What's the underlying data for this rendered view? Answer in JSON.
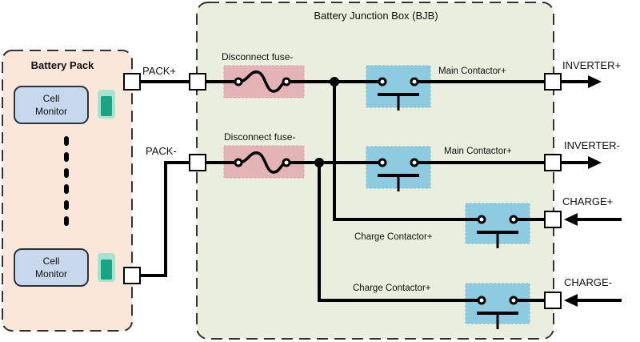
{
  "title": "Battery Junction Box wiring diagram",
  "battery_pack": {
    "title": "Battery Pack",
    "cell_monitor_label_line1": "Cell",
    "cell_monitor_label_line2": "Monitor",
    "fill_color": "#fbe6da",
    "monitor_color": "#c7d8ec",
    "cell_color": "#1aa88a"
  },
  "bjb": {
    "title": "Battery Junction Box (BJB)",
    "fill_color": "#e9efdc",
    "fuse_color": "#e4b3b6",
    "contactor_color": "#8ccbe0"
  },
  "terminals": {
    "pack_plus": "PACK+",
    "pack_minus": "PACK-",
    "inverter_plus": "INVERTER+",
    "inverter_minus": "INVERTER-",
    "charge_plus": "CHARGE+",
    "charge_minus": "CHARGE-"
  },
  "components": {
    "fuse_top": "Disconnect fuse-",
    "fuse_bottom": "Disconnect fuse-",
    "main_contactor_top": "Main Contactor+",
    "main_contactor_bottom": "Main Contactor+",
    "charge_contactor_top": "Charge Contactor+",
    "charge_contactor_bottom": "Charge Contactor+"
  }
}
